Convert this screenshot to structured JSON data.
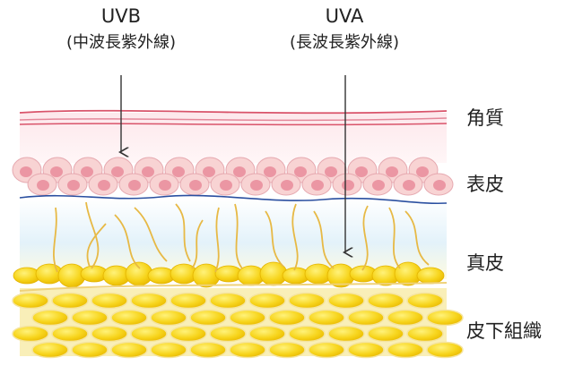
{
  "rays": {
    "uvb": {
      "title": "UVB",
      "subtitle": "(中波長紫外線)"
    },
    "uva": {
      "title": "UVA",
      "subtitle": "(長波長紫外線)"
    }
  },
  "layers": {
    "stratum_corneum": "角質",
    "epidermis": "表皮",
    "dermis": "真皮",
    "subcutaneous": "皮下組織"
  },
  "colors": {
    "corneum_line": "#d9536a",
    "epidermis_cell": "#f8d3d3",
    "epidermis_nucleus": "#e98b9a",
    "basement_line": "#2a4fa0",
    "fiber": "#e8b94a",
    "fat": "#f6d21b",
    "fat_dark": "#e6b800",
    "fat_wall": "#f5e4a0",
    "dermis_tint": "#d8eef8",
    "arrow": "#333333"
  }
}
